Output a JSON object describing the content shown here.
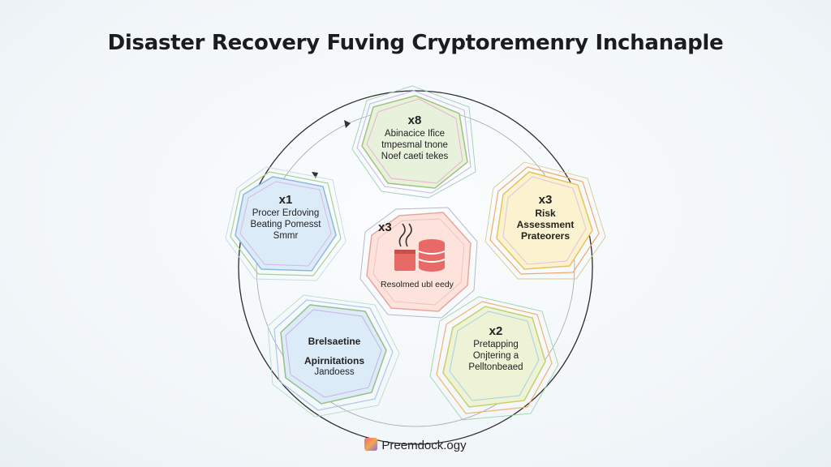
{
  "title": "Disaster Recovery Fuving Cryptoremenry Inchanaple",
  "nodes": {
    "top": {
      "step": "x8",
      "lines": [
        "Abinacice Ifice",
        "tmpesmal tnone",
        "Noef caeti tekes"
      ]
    },
    "left": {
      "step": "x1",
      "lines": [
        "Procer Erdoving",
        "Beating Pomesst",
        "Smmr"
      ]
    },
    "right": {
      "step": "x3",
      "lines": [
        "Risk",
        "Assessment",
        "Prateorers"
      ]
    },
    "bottom_left": {
      "step": "",
      "lines": [
        "Brelsaetine",
        "Apirnitations",
        "Jandoess"
      ]
    },
    "bottom_right": {
      "step": "x2",
      "lines": [
        "Pretapping",
        "Onjtering a",
        "Pelltonbeaed"
      ]
    },
    "center": {
      "step": "x3",
      "caption": "Resolmed ubl eedy"
    }
  },
  "footer": {
    "brand": "Preemdock.ogy"
  },
  "colors": {
    "top_fill": "#e8f1dc",
    "top_stroke": "#9fc47a",
    "left_fill": "#dcebf8",
    "left_stroke": "#8db9df",
    "right_fill": "#fbf2cf",
    "right_stroke": "#e8c35a",
    "bottom_left_fill": "#dcebf8",
    "bottom_left_stroke": "#95c08a",
    "bottom_right_fill": "#eef3d6",
    "bottom_right_stroke": "#c9cf6b",
    "center_fill": "#fde3dc",
    "center_stroke": "#e8a69a",
    "icon_red": "#e86a66"
  },
  "icons": [
    "database-stack-icon",
    "steam-icon",
    "brand-logo-icon"
  ]
}
